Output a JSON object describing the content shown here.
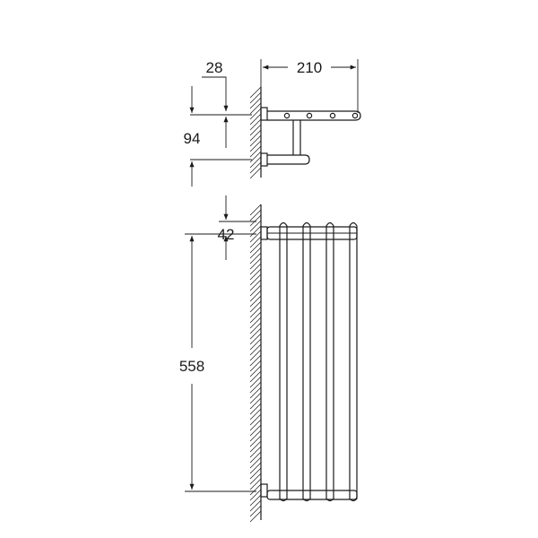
{
  "dimensions": {
    "top_depth": "210",
    "rosette_offset": "28",
    "rail_gap": "94",
    "rosette_height": "42",
    "mount_height": "558"
  }
}
